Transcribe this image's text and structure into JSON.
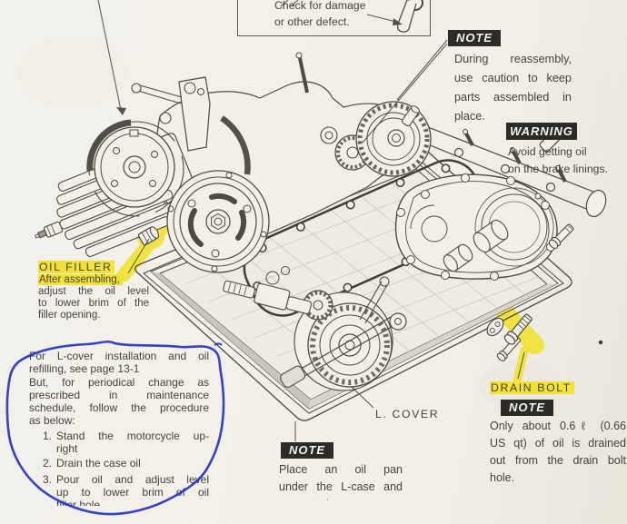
{
  "colors": {
    "paper": "#f1efe8",
    "ink": "#45433c",
    "note_bg": "#2d2b28",
    "note_text": "#f6f4ef",
    "highlight_yellow": "#f1e233",
    "pen_blue": "#2531c8"
  },
  "top_box": {
    "lines": [
      "Check for damage",
      "or other defect."
    ]
  },
  "note_reassembly": {
    "label": "NOTE",
    "lines": [
      "During reassembly,",
      "use caution to keep",
      "parts assembled in",
      "place."
    ]
  },
  "warning": {
    "label": "WARNING",
    "lines": [
      "Avoid getting oil",
      "on the brake linings."
    ]
  },
  "oil_filler": {
    "label": "OIL FILLER",
    "lines": [
      "After assembling,",
      "adjust the oil level",
      "to lower brim of the",
      "filler opening."
    ]
  },
  "procedure": {
    "para": [
      "For L-cover installation and oil",
      "refilling, see page 13-1",
      "But, for periodical change as",
      "prescribed in maintenance",
      "schedule, follow the procedure",
      "as below:"
    ],
    "items": [
      {
        "num": "1.",
        "lines": [
          "Stand the motorcycle up-",
          "right"
        ]
      },
      {
        "num": "2.",
        "lines": [
          "Drain the case oil"
        ]
      },
      {
        "num": "3.",
        "lines": [
          "Pour oil and adjust level",
          "up to lower brim of oil",
          "filler hole"
        ]
      }
    ]
  },
  "l_cover": {
    "label": "L. COVER"
  },
  "drain_bolt": {
    "label": "DRAIN BOLT",
    "note_label": "NOTE",
    "lines": [
      "Only about 0.6ℓ (0.66",
      "US qt) of oil is drained",
      "out from the drain bolt",
      "hole."
    ]
  },
  "oil_pan_note": {
    "label": "NOTE",
    "lines": [
      "Place an oil pan",
      "under the L-case and",
      "power train"
    ]
  }
}
